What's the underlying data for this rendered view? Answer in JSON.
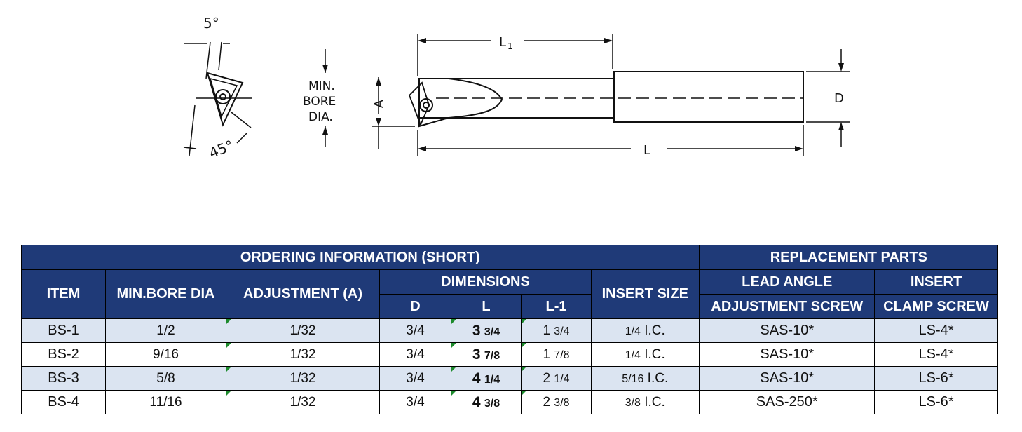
{
  "drawing": {
    "angle_top": "5°",
    "angle_bottom": "45°",
    "min_bore_label": [
      "MIN.",
      "BORE",
      "DIA."
    ],
    "dim_a": "A",
    "dim_l1": "L",
    "dim_l1_sub": "1",
    "dim_l": "L",
    "dim_d": "D"
  },
  "table": {
    "group_ordering": "ORDERING INFORMATION (SHORT)",
    "group_replacement": "REPLACEMENT PARTS",
    "col_item": "ITEM",
    "col_min_bore": "MIN.BORE DIA",
    "col_adjustment": "ADJUSTMENT (A)",
    "col_dimensions": "DIMENSIONS",
    "col_d": "D",
    "col_l": "L",
    "col_l1": "L-1",
    "col_insert_size": "INSERT SIZE",
    "col_lead_angle_1": "LEAD ANGLE",
    "col_lead_angle_2": "ADJUSTMENT SCREW",
    "col_insert_1": "INSERT",
    "col_insert_2": "CLAMP SCREW",
    "rows": [
      {
        "item": "BS-1",
        "min_bore": "1/2",
        "adjustment": "1/32",
        "d": "3/4",
        "l_whole": "3",
        "l_frac": "3/4",
        "l1_whole": "1",
        "l1_frac": "3/4",
        "insert_frac": "1/4",
        "insert_unit": "I.C.",
        "lead_screw": "SAS-10*",
        "clamp_screw": "LS-4*"
      },
      {
        "item": "BS-2",
        "min_bore": "9/16",
        "adjustment": "1/32",
        "d": "3/4",
        "l_whole": "3",
        "l_frac": "7/8",
        "l1_whole": "1",
        "l1_frac": "7/8",
        "insert_frac": "1/4",
        "insert_unit": "I.C.",
        "lead_screw": "SAS-10*",
        "clamp_screw": "LS-4*"
      },
      {
        "item": "BS-3",
        "min_bore": "5/8",
        "adjustment": "1/32",
        "d": "3/4",
        "l_whole": "4",
        "l_frac": "1/4",
        "l1_whole": "2",
        "l1_frac": "1/4",
        "insert_frac": "5/16",
        "insert_unit": "I.C.",
        "lead_screw": "SAS-10*",
        "clamp_screw": "LS-6*"
      },
      {
        "item": "BS-4",
        "min_bore": "11/16",
        "adjustment": "1/32",
        "d": "3/4",
        "l_whole": "4",
        "l_frac": "3/8",
        "l1_whole": "2",
        "l1_frac": "3/8",
        "insert_frac": "3/8",
        "insert_unit": "I.C.",
        "lead_screw": "SAS-250*",
        "clamp_screw": "LS-6*"
      }
    ]
  }
}
